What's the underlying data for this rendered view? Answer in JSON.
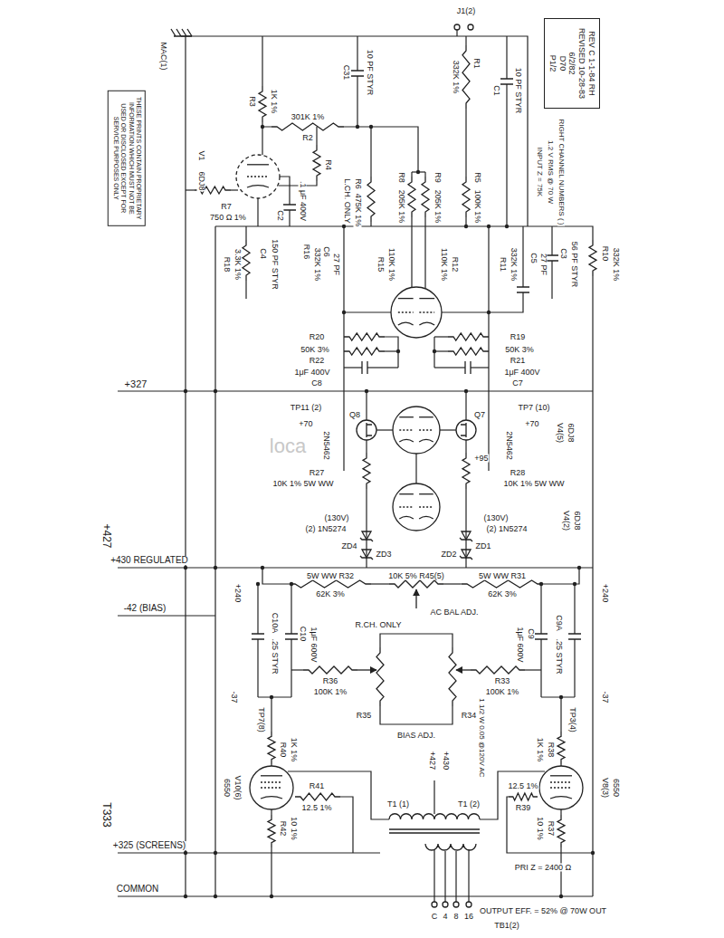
{
  "diagram": {
    "nodes": [
      {
        "text": [
          "THESE PRINTS CONTAIN PROPRIETARY INFORMATION WHICH MUST NOT BE USED OR DISCLOSED EXCEPT FOR SERVICE PURPOSES ONLY"
        ]
      },
      {
        "text": [
          "REV C 1-1-84 RH",
          "REVISED 10-28-83",
          "6/2/82",
          "D70",
          "P1/2"
        ]
      }
    ],
    "labels": [
      "MAC(1)",
      "J1(2)",
      "R1",
      "332K 1%",
      "10 PF STYR",
      "C31",
      "10 PF STYR",
      "C1",
      "1K 1%",
      "R3",
      "301K 1%",
      "R2",
      "R4",
      "V1",
      "6DJ8",
      "R7",
      "750 Ω 1%",
      "C2",
      ".1 μF 400V",
      "R6",
      "475K 1%",
      "L.CH. ONLY",
      "R8",
      "205K 1%",
      "R9",
      "205K 1%",
      "R5",
      "100K 1%",
      "INPUT Z = 75K",
      "1.2 V RMS @ 70 W",
      "RIGHT CHANNEL NUMBERS ( )",
      "R18",
      "3.3K 1%",
      "C4",
      "150 PF STYR",
      "R16",
      "332K 1%",
      "C6",
      "27 PF",
      "R15",
      "110K 1%",
      "R12",
      "110K 1%",
      "R11",
      "332K 1%",
      "C5",
      "27 PF",
      "C3",
      "56 PF STYR",
      "R10",
      "332K 1%",
      "R20",
      "50K 3%",
      "R22",
      "1μF 400V",
      "C8",
      "R19",
      "50K 3%",
      "R21",
      "1μF 400V",
      "C7",
      "TP11 (2)",
      "+70",
      "Q8",
      "2N5462",
      "Q7",
      "2N5462",
      "TP7 (10)",
      "+70",
      "V4(5)",
      "6DJ8",
      "+95",
      "R27",
      "10K 1% 5W WW",
      "R28",
      "10K 1% 5W WW",
      "(130V)",
      "(2) 1N5274",
      "ZD4",
      "ZD3",
      "(130V)",
      "(2) 1N5274",
      "ZD2",
      "ZD1",
      "V4(2)",
      "6DJ8",
      "+240",
      "+240",
      "5W WW R32",
      "62K 3%",
      "10K 5% R45(5)",
      "5W WW R31",
      "62K 3%",
      "AC BAL ADJ.",
      "R.CH. ONLY",
      "C10A",
      ".25 STYR",
      "C10",
      "1μF 600V",
      "C9A",
      ".25 STYR",
      "C9",
      "1μF 600V",
      "R36",
      "100K 1%",
      "R33",
      "100K 1%",
      "R35",
      "R34",
      "BIAS ADJ.",
      "-37",
      "-37",
      "TP7(8)",
      "R40",
      "1K 1%",
      "TP3(4)",
      "R38",
      "1K 1%",
      "V10(6)",
      "6550",
      "V8(3)",
      "6550",
      "R41",
      "12.5 1%",
      "R39",
      "12.5 1%",
      "R42",
      "10 1%",
      "R37",
      "10 1%",
      "1 1/2 W 0.05 @120V AC",
      "+430",
      "+427",
      "T1 (1)",
      "T1 (2)",
      "PRI Z = 2400 Ω",
      "OUTPUT EFF. = 52% @ 70W OUT",
      "TB1(2)",
      "C",
      "4",
      "8",
      "16",
      "+327",
      "+430 REGULATED",
      "-42 (BIAS)",
      "+325 (SCREENS)",
      "COMMON",
      "+427",
      "T333",
      "loca"
    ]
  }
}
